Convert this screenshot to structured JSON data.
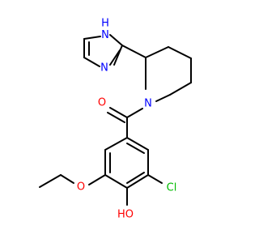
{
  "colors": {
    "bond": "#000000",
    "carbon": "#000000",
    "nitrogen": "#0000ff",
    "oxygen": "#ff0000",
    "chlorine": "#00bb00",
    "background": "#ffffff"
  },
  "molecule": {
    "atoms": [
      {
        "id": "nh",
        "text": "H",
        "sub": "",
        "pre": "",
        "label": "N",
        "element": "nitrogen"
      },
      {
        "id": "n_imid",
        "text": "N",
        "element": "nitrogen"
      },
      {
        "id": "n_pip",
        "text": "N",
        "element": "nitrogen"
      },
      {
        "id": "o_carbonyl",
        "text": "O",
        "element": "oxygen"
      },
      {
        "id": "o_ether",
        "text": "O",
        "element": "oxygen"
      },
      {
        "id": "cl",
        "text": "Cl",
        "element": "chlorine"
      },
      {
        "id": "oh",
        "text": "HO",
        "element": "oxygen"
      }
    ]
  }
}
